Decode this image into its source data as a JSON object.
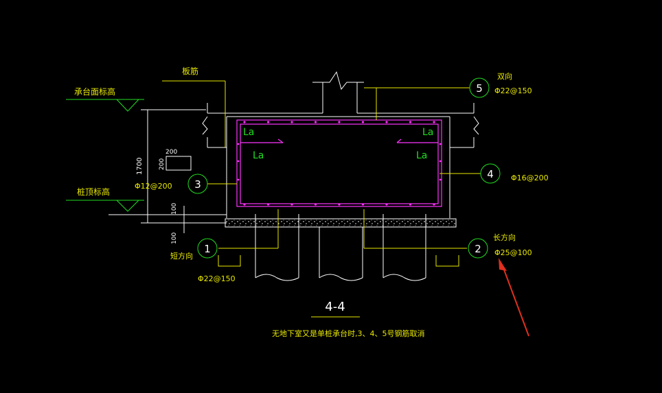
{
  "labels": {
    "slab_rebar": "板筋",
    "cap_top_elev": "承台面标高",
    "pile_top_elev": "桩顶标高",
    "dim_1700": "1700",
    "dim_200a": "200",
    "dim_200b": "200",
    "dim_100a": "100",
    "dim_100b": "100",
    "la": "La",
    "rebar_3": "Φ12@200",
    "rebar_4": "Φ16@200",
    "rebar_5_dir": "双向",
    "rebar_5": "Φ22@150",
    "rebar_2_dir": "长方向",
    "rebar_2": "Φ25@100",
    "rebar_1_dir": "短方向",
    "rebar_1": "Φ22@150",
    "section_title": "4-4",
    "note": "无地下室又是单桩承台时,3、4、5号钢筋取消"
  },
  "markers": [
    "1",
    "2",
    "3",
    "4",
    "5"
  ],
  "colors": {
    "background": "#000000",
    "structure": "#ffffff",
    "rebar": "#ff33ff",
    "leader": "#e8e800",
    "marker": "#22dd22",
    "annotation_arrow": "#e0301e"
  }
}
